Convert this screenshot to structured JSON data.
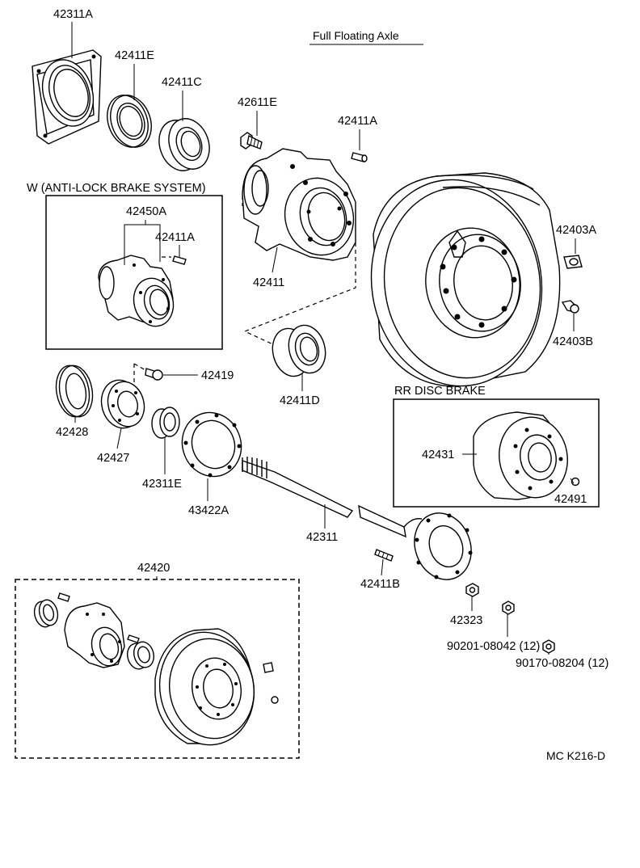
{
  "diagram": {
    "title": "Full Floating Axle",
    "reference_code": "MC K216-D",
    "sections": {
      "abs": "W (ANTI-LOCK BRAKE SYSTEM)",
      "disc_brake": "RR DISC BRAKE"
    },
    "parts": {
      "p42311A": "42311A",
      "p42411E": "42411E",
      "p42411C": "42411C",
      "p42611E": "42611E",
      "p42411A": "42411A",
      "p42450A": "42450A",
      "p42411A_abs": "42411A",
      "p42411": "42411",
      "p42403A": "42403A",
      "p42403B": "42403B",
      "p42419": "42419",
      "p42428": "42428",
      "p42427": "42427",
      "p42311E": "42311E",
      "p43422A": "43422A",
      "p42411D": "42411D",
      "p42431": "42431",
      "p42491": "42491",
      "p42311": "42311",
      "p42420": "42420",
      "p42411B": "42411B",
      "p42323": "42323",
      "p90201": "90201-08042 (12)",
      "p90170": "90170-08204 (12)"
    }
  }
}
